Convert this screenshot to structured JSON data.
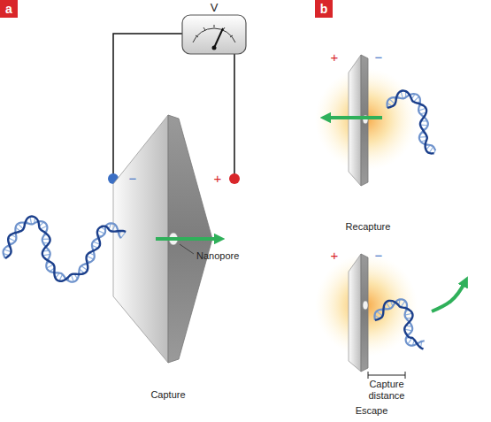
{
  "diagram": {
    "nodes": [
      {
        "text": [
          "a"
        ]
      },
      {
        "text": [
          "b"
        ]
      }
    ],
    "labels": [
      "V",
      "−",
      "+",
      "Nanopore",
      "Capture",
      "+",
      "−",
      "Recapture",
      "+",
      "−",
      "Capture distance",
      "Escape"
    ]
  }
}
